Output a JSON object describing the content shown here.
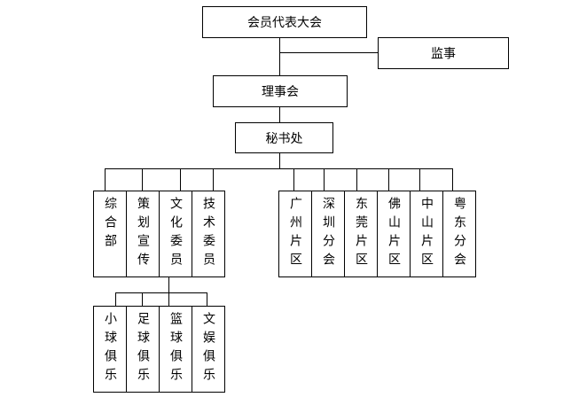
{
  "nodes": {
    "general_assembly": "会员代表大会",
    "supervisor": "监事",
    "council": "理事会",
    "secretariat": "秘书处",
    "departments": [
      "综合部",
      "策划宣传",
      "文化委员",
      "技术委员"
    ],
    "regions": [
      "广州片区",
      "深圳分会",
      "东莞片区",
      "佛山片区",
      "中山片区",
      "粤东分会"
    ],
    "clubs": [
      "小球俱乐",
      "足球俱乐",
      "篮球俱乐",
      "文娱俱乐"
    ]
  }
}
